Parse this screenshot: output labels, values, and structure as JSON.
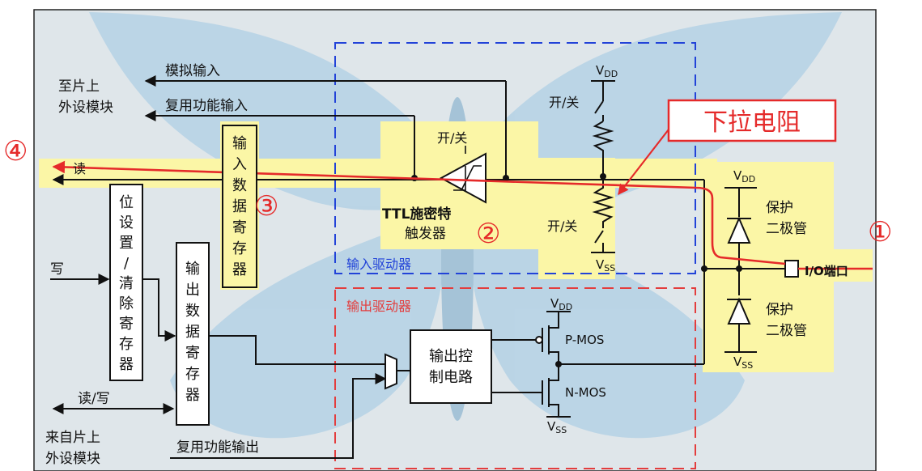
{
  "labels": {
    "to_peripheral": [
      "至片上",
      "外设模块"
    ],
    "analog_input": "模拟输入",
    "alt_func_input": "复用功能输入",
    "input_data_reg": [
      "输",
      "入",
      "数",
      "据",
      "寄",
      "存",
      "器"
    ],
    "read": "读",
    "write": "写",
    "read_write": "读/写",
    "bit_set_clear_reg": [
      "位",
      "设",
      "置",
      "/",
      "清",
      "除",
      "寄",
      "存",
      "器"
    ],
    "output_data_reg": [
      "输",
      "出",
      "数",
      "据",
      "寄",
      "存",
      "器"
    ],
    "from_peripheral": [
      "来自片上",
      "外设模块"
    ],
    "alt_func_output": "复用功能输出",
    "switch": "开/关",
    "ttl_schmitt": [
      "TTL施密特",
      "触发器"
    ],
    "input_driver": "输入驱动器",
    "output_driver": "输出驱动器",
    "output_control": [
      "输出控",
      "制电路"
    ],
    "pmos": "P-MOS",
    "nmos": "N-MOS",
    "vdd_base": "V",
    "vdd_sub": "DD",
    "vss_base": "V",
    "vss_sub": "SS",
    "protect_diode": [
      "保护",
      "二极管"
    ],
    "io_port": "I/O端口",
    "pulldown_callout": "下拉电阻",
    "markers": [
      "①",
      "②",
      "③",
      "④"
    ]
  },
  "colors": {
    "highlight": "#fbf6a6",
    "watermark": "#b8d4e6",
    "red": "#e52a2a",
    "blue_dash": "#2243d8",
    "red_dash": "#e33d3d",
    "frame_bg": "#dfe6ea"
  }
}
